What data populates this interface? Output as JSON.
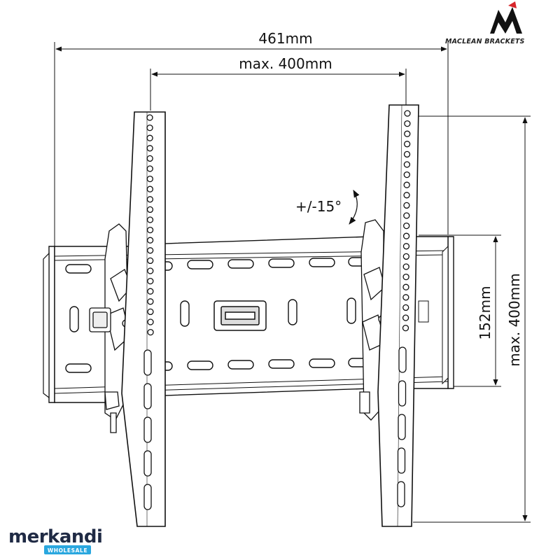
{
  "dimensions": {
    "overall_width": "461mm",
    "vesa_horizontal": "max. 400mm",
    "tilt": "+/-15°",
    "rail_height": "152mm",
    "vesa_vertical": "max. 400mm"
  },
  "brand": {
    "name": "MACLEAN BRACKETS",
    "logo_color": "#111111",
    "accent_color": "#d7262b"
  },
  "watermark": {
    "name": "merkandi",
    "sub": "WHOLESALE",
    "badge_color": "#2aa7df",
    "text_color": "#1f2a44"
  }
}
